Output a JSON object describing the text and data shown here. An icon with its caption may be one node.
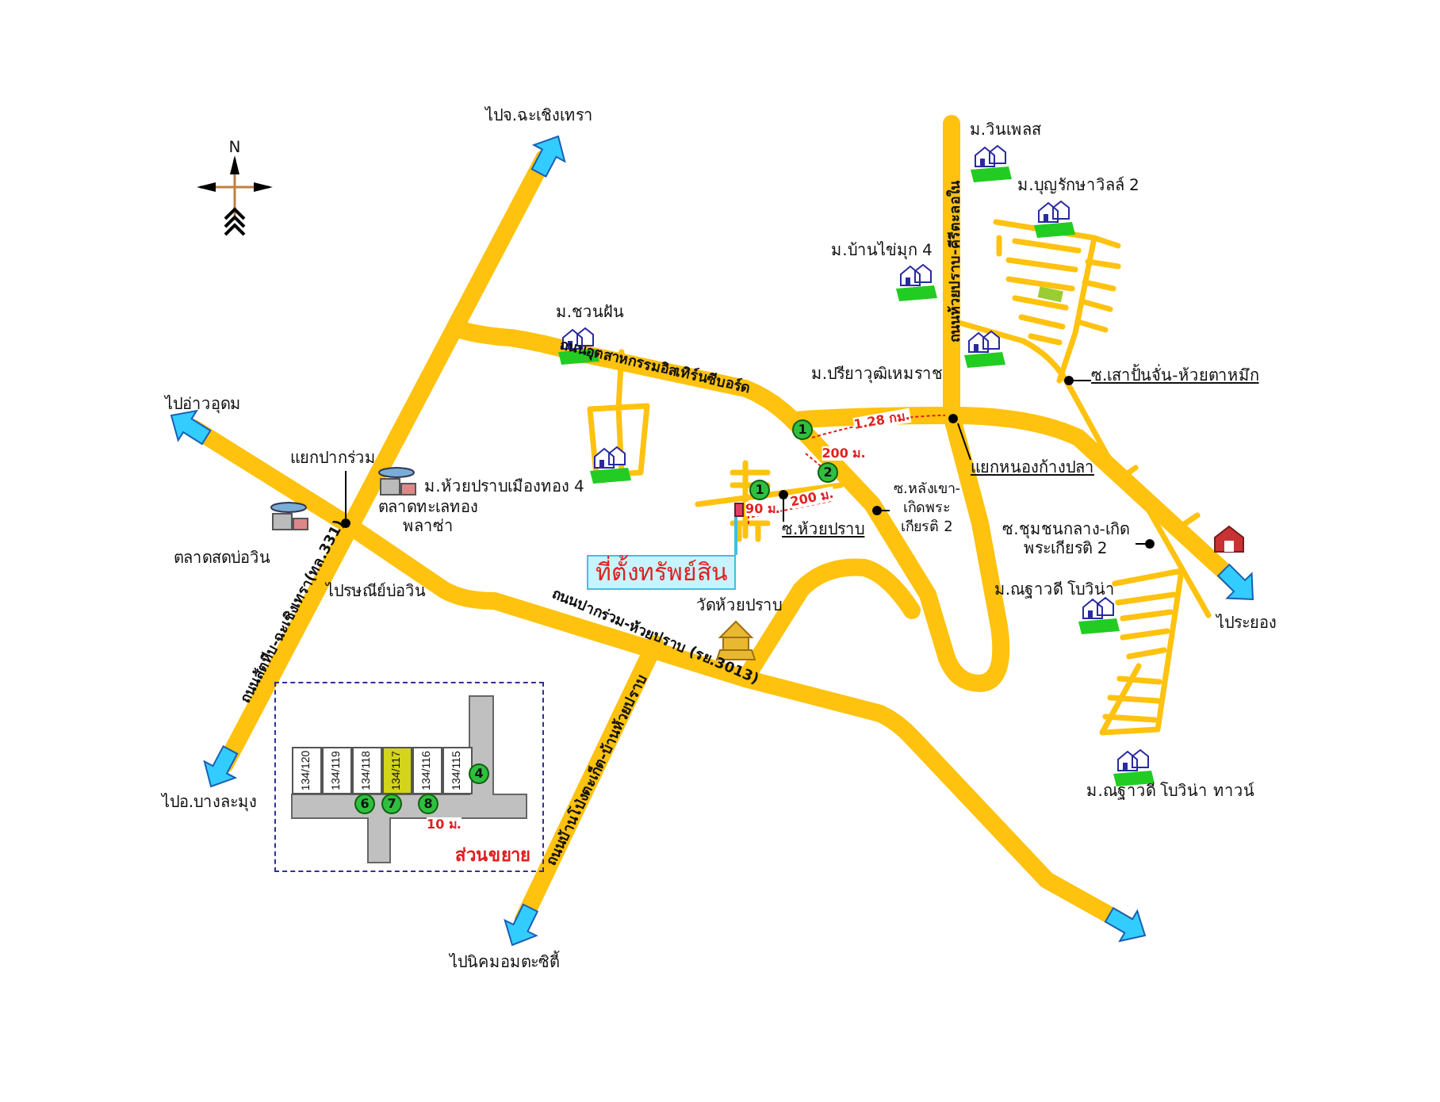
{
  "diagram": {
    "nodes": [
      {
        "text": [
          "ที่ตั้งทรัพย์สิน"
        ]
      },
      {
        "text": [],
        "shape": "box"
      },
      {
        "text": [
          "แยกปากร่วม"
        ]
      },
      {
        "text": [],
        "shape": "circle"
      },
      {
        "text": [
          "แยกหนองก้างปลา"
        ]
      },
      {
        "text": [],
        "shape": "circle"
      },
      {
        "text": [
          "ซ.ห้วยปราบ"
        ]
      },
      {
        "text": [],
        "shape": "circle"
      },
      {
        "text": [
          "ซ.หลังเขา-เกิดพระเกียรติ 2"
        ]
      },
      {
        "text": [],
        "shape": "circle"
      },
      {
        "text": [
          "ซ.เสาปั้นจั่น-ห้วยตาหมึก"
        ]
      },
      {
        "text": [],
        "shape": "circle"
      },
      {
        "text": [
          "ซ.ชุมชนกลาง-เกิดพระเกียรติ 2"
        ]
      },
      {
        "text": [],
        "shape": "circle"
      },
      {
        "text": [
          "ส่วนขยาย"
        ]
      },
      {
        "text": [
          "134/120"
        ],
        "in": 14
      },
      {
        "text": [
          "134/119"
        ],
        "in": 14
      },
      {
        "text": [
          "134/118"
        ],
        "in": 14
      },
      {
        "text": [
          "134/117"
        ],
        "in": 14
      },
      {
        "text": [
          "134/116"
        ],
        "in": 14
      },
      {
        "text": [
          "134/115"
        ],
        "in": 14
      }
    ],
    "edges": [
      {
        "from": 0,
        "to": 1,
        "arrow": "none",
        "color": "#40c0e0"
      },
      {
        "from": 2,
        "to": 3,
        "arrow": "none"
      },
      {
        "from": 4,
        "to": 5,
        "arrow": "none"
      },
      {
        "from": 6,
        "to": 7,
        "arrow": "none"
      },
      {
        "from": 8,
        "to": 9,
        "arrow": "none"
      },
      {
        "from": 10,
        "to": 11,
        "arrow": "none"
      },
      {
        "from": 12,
        "to": 13,
        "arrow": "none"
      }
    ],
    "labels": [
      "N",
      "ไปจ.ฉะเชิงเทรา",
      "ม.วินเพลส",
      "ม.บุญรักษาวิลล์ 2",
      "ม.บ้านไข่มุก 4",
      "ถนนห้วยปราบ-คีรีตะลอใน",
      "ม.ชวนฝัน",
      "ถนนอุตสาหกรรมอิสเทิร์นซีบอร์ด",
      "ม.ปรียาวุฒิเหมราช",
      "ไปอ่าวอุดม",
      "1.28 กม.",
      "1",
      "200 ม.",
      "2",
      "ม.ห้วยปราบเมืองทอง 4",
      "1",
      "90 ม.",
      "200 ม.",
      "ตลาดทะเลทอง พลาซ่า",
      "ตลาดสดบ่อวิน",
      "ไปรษณีย์บ่อวิน",
      "ถนนสัตหีบ-ฉะเชิงเทรา(ทล.331)",
      "ถนนปากร่วม-ห้วยปราบ (รย.3013)",
      "วัดห้วยปราบ",
      "ถนนบ้านโป่งตะเก็ต-บ้านห้วยปราบ",
      "ไปอ.บางละมุง",
      "ไปนิคมอมตะซิตี้",
      "ไประยอง",
      "ม.ณฐาวดี โบวิน่า",
      "ม.ณฐาวดี โบวิน่า ทาวน์",
      "4",
      "6",
      "7",
      "8",
      "10 ม."
    ]
  }
}
